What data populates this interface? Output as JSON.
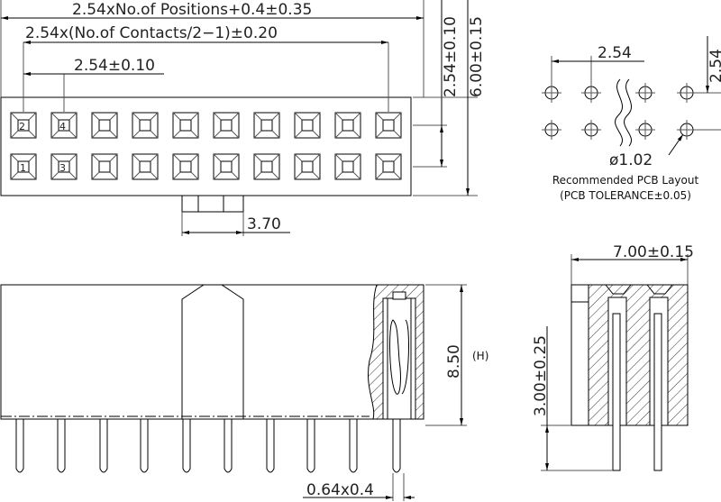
{
  "top_view": {
    "dim_overall": "2.54xNo.of Positions+0.4±0.35",
    "dim_contacts": "2.54x(No.of Contacts/2−1)±0.20",
    "dim_pitch": "2.54±0.10",
    "dim_row_pitch": "2.54±0.10",
    "dim_width": "6.00±0.15",
    "dim_tab": "3.70",
    "pin_labels": [
      "2",
      "4",
      "1",
      "3"
    ]
  },
  "pcb_layout": {
    "dim_pitch_x": "2.54",
    "dim_pitch_y": "2.54",
    "hole_dia": "ø1.02",
    "title": "Recommended PCB Layout",
    "tolerance": "(PCB TOLERANCE±0.05)"
  },
  "front_view": {
    "dim_height": "8.50",
    "height_label": "(H)",
    "dim_pin": "0.64x0.4"
  },
  "side_view": {
    "dim_width": "7.00±0.15",
    "dim_tail": "3.00±0.25"
  }
}
